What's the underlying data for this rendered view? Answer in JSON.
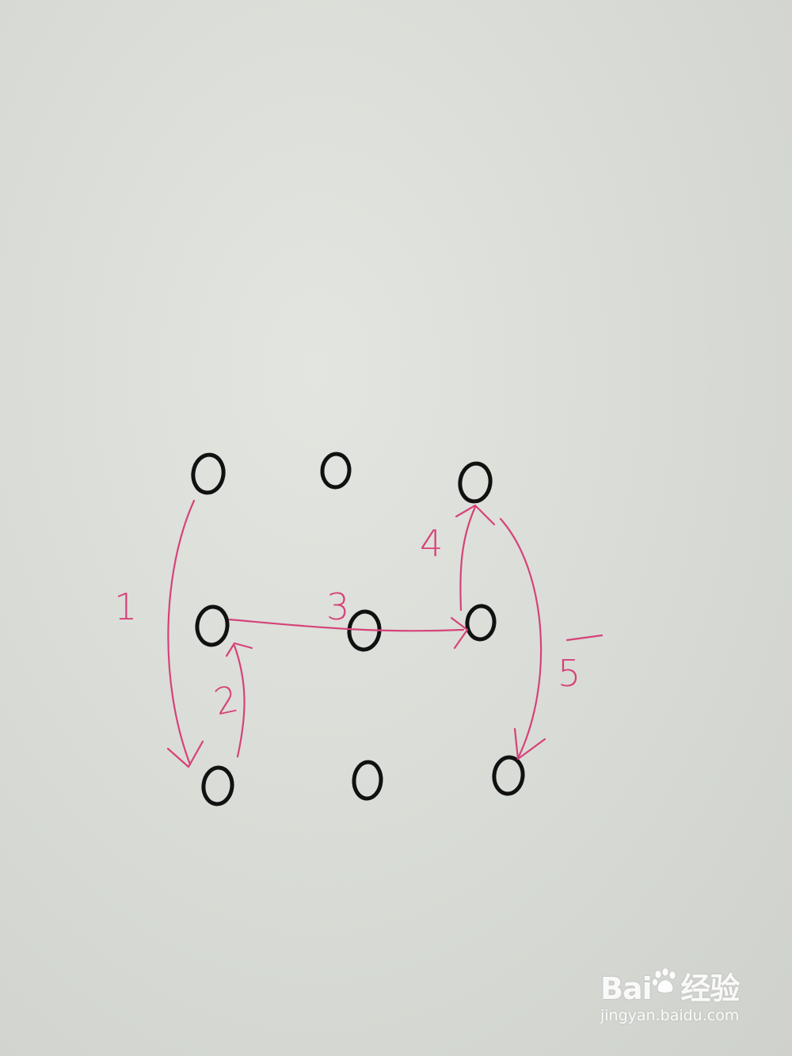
{
  "steps": [
    {
      "number": "1"
    },
    {
      "number": "2"
    },
    {
      "number": "3"
    },
    {
      "number": "4"
    },
    {
      "number": "5"
    }
  ],
  "watermark": {
    "brand_text": "Bai   经验",
    "url": "jingyan.baidu.com",
    "icon": "paw-icon"
  },
  "colors": {
    "ink": "#111111",
    "arrow": "#d6427a",
    "paper": "#d9dcd6"
  }
}
